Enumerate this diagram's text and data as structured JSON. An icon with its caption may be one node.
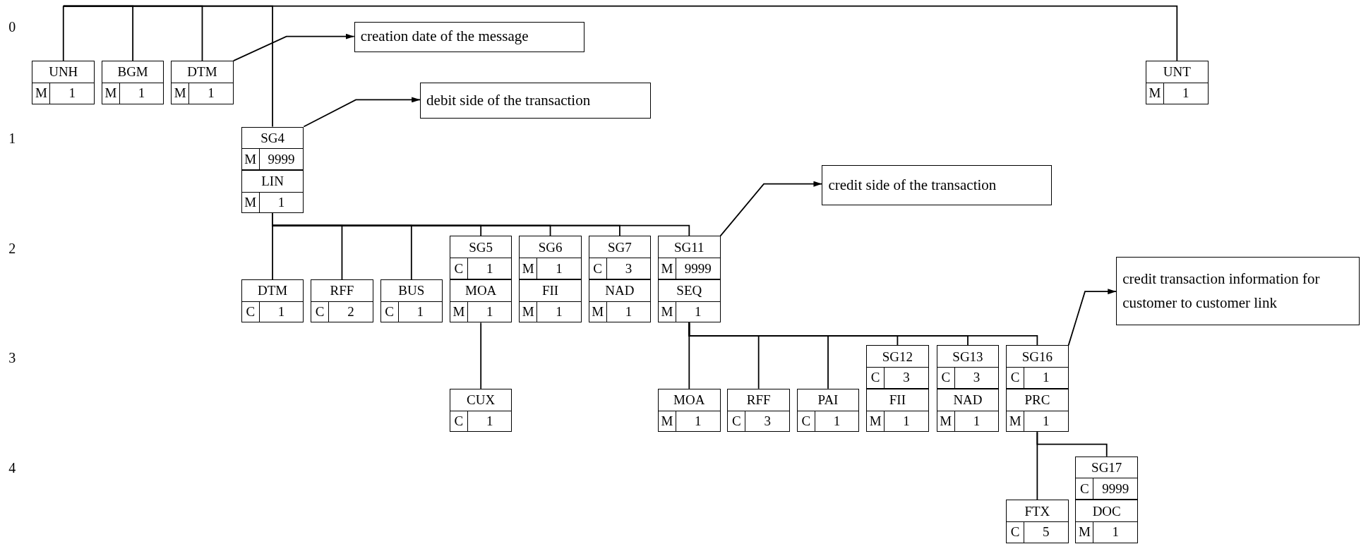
{
  "diagram": {
    "nodes": [
      {
        "text": [
          "UNH",
          "M",
          "1"
        ]
      },
      {
        "text": [
          "BGM",
          "M",
          "1"
        ]
      },
      {
        "text": [
          "DTM",
          "M",
          "1"
        ]
      },
      {
        "text": [
          "creation date of the message"
        ]
      },
      {
        "text": [
          "UNT",
          "M",
          "1"
        ]
      },
      {
        "text": [
          "debit side of the transaction"
        ]
      },
      {
        "text": [
          "SG4",
          "M",
          "9999"
        ]
      },
      {
        "text": [
          "LIN",
          "M",
          "1"
        ]
      },
      {
        "text": [
          "credit side of the transaction"
        ]
      },
      {
        "text": [
          "SG5",
          "C",
          "1"
        ]
      },
      {
        "text": [
          "SG6",
          "M",
          "1"
        ]
      },
      {
        "text": [
          "SG7",
          "C",
          "3"
        ]
      },
      {
        "text": [
          "SG11",
          "M",
          "9999"
        ]
      },
      {
        "text": [
          "credit transaction information for customer to customer link"
        ]
      },
      {
        "text": [
          "DTM",
          "C",
          "1"
        ]
      },
      {
        "text": [
          "RFF",
          "C",
          "2"
        ]
      },
      {
        "text": [
          "BUS",
          "C",
          "1"
        ]
      },
      {
        "text": [
          "MOA",
          "M",
          "1"
        ]
      },
      {
        "text": [
          "FII",
          "M",
          "1"
        ]
      },
      {
        "text": [
          "NAD",
          "M",
          "1"
        ]
      },
      {
        "text": [
          "SEQ",
          "M",
          "1"
        ]
      },
      {
        "text": [
          "SG12",
          "C",
          "3"
        ]
      },
      {
        "text": [
          "SG13",
          "C",
          "3"
        ]
      },
      {
        "text": [
          "SG16",
          "C",
          "1"
        ]
      },
      {
        "text": [
          "CUX",
          "C",
          "1"
        ]
      },
      {
        "text": [
          "MOA",
          "M",
          "1"
        ]
      },
      {
        "text": [
          "RFF",
          "C",
          "3"
        ]
      },
      {
        "text": [
          "PAI",
          "C",
          "1"
        ]
      },
      {
        "text": [
          "FII",
          "M",
          "1"
        ]
      },
      {
        "text": [
          "NAD",
          "M",
          "1"
        ]
      },
      {
        "text": [
          "PRC",
          "M",
          "1"
        ]
      },
      {
        "text": [
          "SG17",
          "C",
          "9999"
        ]
      },
      {
        "text": [
          "FTX",
          "C",
          "5"
        ]
      },
      {
        "text": [
          "DOC",
          "M",
          "1"
        ]
      }
    ],
    "edges": [
      {
        "from": null,
        "to": 0,
        "arrow": "none"
      },
      {
        "from": null,
        "to": 1,
        "arrow": "none"
      },
      {
        "from": null,
        "to": 2,
        "arrow": "none"
      },
      {
        "from": null,
        "to": 6,
        "arrow": "none"
      },
      {
        "from": null,
        "to": 4,
        "arrow": "none"
      },
      {
        "from": 2,
        "to": 3,
        "arrow": "to"
      },
      {
        "from": 6,
        "to": 5,
        "arrow": "to"
      },
      {
        "from": 12,
        "to": 8,
        "arrow": "to"
      },
      {
        "from": 23,
        "to": 13,
        "arrow": "to"
      },
      {
        "from": 7,
        "to": 14,
        "arrow": "none"
      },
      {
        "from": 7,
        "to": 15,
        "arrow": "none"
      },
      {
        "from": 7,
        "to": 16,
        "arrow": "none"
      },
      {
        "from": 7,
        "to": 9,
        "arrow": "none"
      },
      {
        "from": 7,
        "to": 10,
        "arrow": "none"
      },
      {
        "from": 7,
        "to": 11,
        "arrow": "none"
      },
      {
        "from": 7,
        "to": 12,
        "arrow": "none"
      },
      {
        "from": 17,
        "to": 24,
        "arrow": "none"
      },
      {
        "from": 20,
        "to": 25,
        "arrow": "none"
      },
      {
        "from": 20,
        "to": 26,
        "arrow": "none"
      },
      {
        "from": 20,
        "to": 27,
        "arrow": "none"
      },
      {
        "from": 20,
        "to": 21,
        "arrow": "none"
      },
      {
        "from": 20,
        "to": 22,
        "arrow": "none"
      },
      {
        "from": 20,
        "to": 23,
        "arrow": "none"
      },
      {
        "from": 30,
        "to": 32,
        "arrow": "none"
      },
      {
        "from": 30,
        "to": 31,
        "arrow": "none"
      }
    ],
    "labels": [
      "0",
      "1",
      "2",
      "3",
      "4"
    ]
  }
}
